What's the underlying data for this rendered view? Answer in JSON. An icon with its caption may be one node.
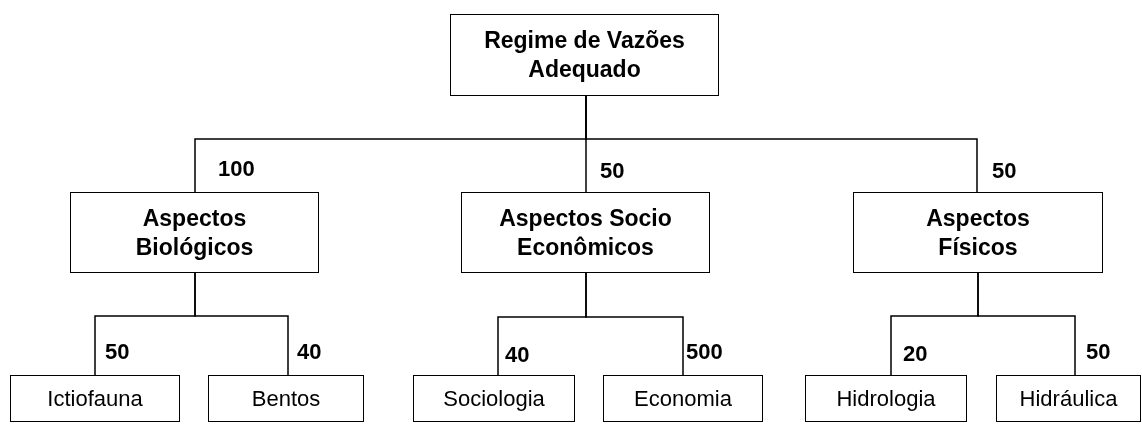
{
  "diagram": {
    "nodes": [
      {
        "text": [
          "Regime de Vazões Adequado"
        ]
      },
      {
        "text": [
          "Aspectos Biológicos"
        ]
      },
      {
        "text": [
          "Aspectos Socio Econômicos"
        ]
      },
      {
        "text": [
          "Aspectos Físicos"
        ]
      },
      {
        "text": [
          "Ictiofauna"
        ]
      },
      {
        "text": [
          "Bentos"
        ]
      },
      {
        "text": [
          "Sociologia"
        ]
      },
      {
        "text": [
          "Economia"
        ]
      },
      {
        "text": [
          "Hidrologia"
        ]
      },
      {
        "text": [
          "Hidráulica"
        ]
      }
    ],
    "edges": [
      {
        "from": 0,
        "to": 1,
        "arrow": "none",
        "label": "100"
      },
      {
        "from": 0,
        "to": 2,
        "arrow": "none",
        "label": "50"
      },
      {
        "from": 0,
        "to": 3,
        "arrow": "none",
        "label": "50"
      },
      {
        "from": 1,
        "to": 4,
        "arrow": "none",
        "label": "50"
      },
      {
        "from": 1,
        "to": 5,
        "arrow": "none",
        "label": "40"
      },
      {
        "from": 2,
        "to": 6,
        "arrow": "none",
        "label": "40"
      },
      {
        "from": 2,
        "to": 7,
        "arrow": "none",
        "label": "500"
      },
      {
        "from": 3,
        "to": 8,
        "arrow": "none",
        "label": "20"
      },
      {
        "from": 3,
        "to": 9,
        "arrow": "none",
        "label": "50"
      }
    ]
  }
}
